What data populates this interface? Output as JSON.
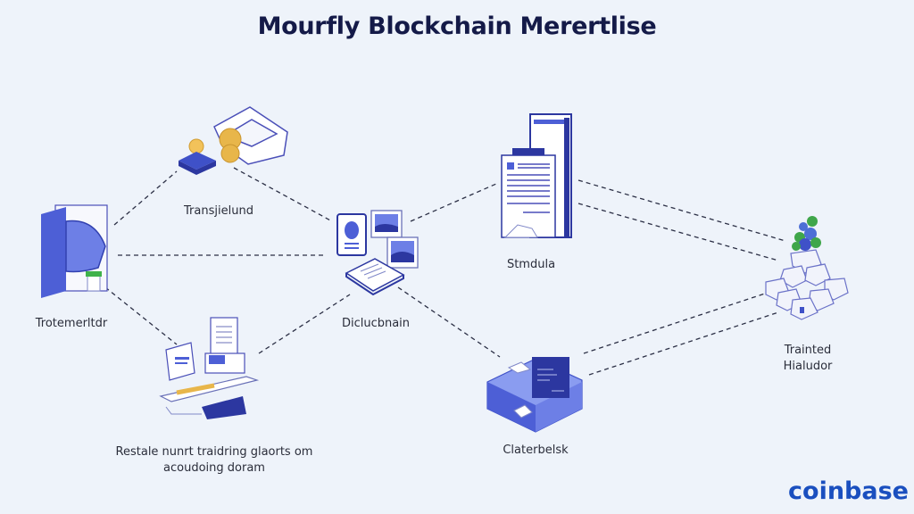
{
  "title": "Mourfly Blockchain Merertlise",
  "logo": "coinbase",
  "colors": {
    "background": "#eef3fa",
    "accent": "#3f51c8",
    "title": "#141a48",
    "logo": "#1a4fbf",
    "line": "#2b2f45"
  },
  "nodes": [
    {
      "id": "transjielund",
      "label": "Transjielund",
      "icon": "stamp-coin-icon"
    },
    {
      "id": "trotemerltdr",
      "label": "Trotemerltdr",
      "icon": "server-door-icon"
    },
    {
      "id": "diclucbnain",
      "label": "Diclucbnain",
      "icon": "documents-photos-icon"
    },
    {
      "id": "stmdula",
      "label": "Stmdula",
      "icon": "document-stack-icon"
    },
    {
      "id": "trainted-hialudor",
      "label_lines": [
        "Trainted",
        "Hialudor"
      ],
      "icon": "crystal-cluster-icon"
    },
    {
      "id": "restale",
      "label_lines": [
        "Restale nunrt traidring glaorts om",
        "acoudoing doram"
      ],
      "icon": "printer-desk-icon"
    },
    {
      "id": "claterbelsk",
      "label": "Claterbelsk",
      "icon": "isometric-box-icon"
    }
  ]
}
